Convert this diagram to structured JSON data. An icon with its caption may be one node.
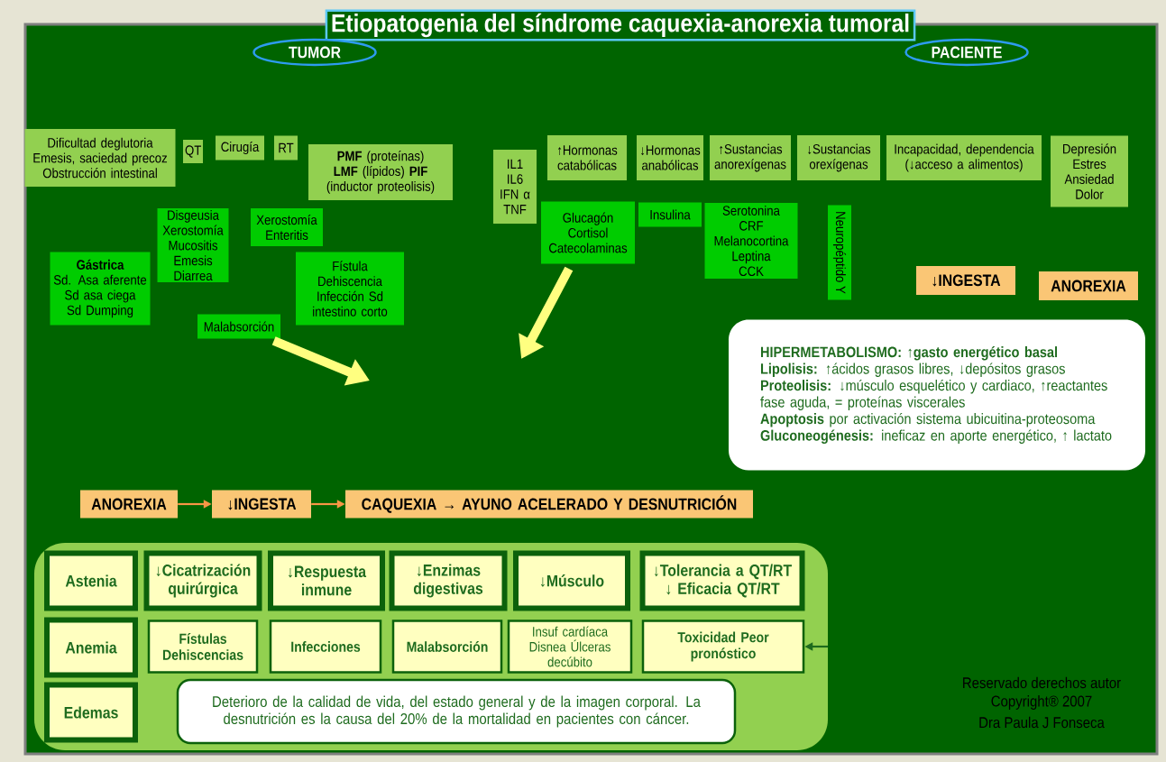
{
  "diagram": {
    "title": "Etiopatogenia del síndrome caquexia-anorexia tumoral",
    "nodes": [
      {
        "text": [
          "TUMOR"
        ]
      },
      {
        "text": [
          "PACIENTE"
        ]
      },
      {
        "text": [
          "Dificultad deglutoria Emesis, saciedad precoz Obstrucción intestinal"
        ]
      },
      {
        "text": [
          "QT"
        ]
      },
      {
        "text": [
          "Cirugía"
        ]
      },
      {
        "text": [
          "RT"
        ]
      },
      {
        "text": [
          "**PMF** (proteínas) **LMF** (lípidos) **PIF** (inductor proteolisis)"
        ]
      },
      {
        "text": [
          "IL1 IL6 IFN α TNF"
        ]
      },
      {
        "text": [
          "↑Hormonas catabólicas"
        ]
      },
      {
        "text": [
          "↓Hormonas anabólicas"
        ]
      },
      {
        "text": [
          "↑Sustancias anorexígenas"
        ]
      },
      {
        "text": [
          "↓Sustancias orexígenas"
        ]
      },
      {
        "text": [
          "Incapacidad, dependencia (↓acceso a alimentos)"
        ]
      },
      {
        "text": [
          "Depresión Estres Ansiedad Dolor"
        ]
      },
      {
        "text": [
          "Disgeusia Xerostomía Mucositis Emesis Diarrea"
        ]
      },
      {
        "text": [
          "Xerostomía Enteritis"
        ]
      },
      {
        "text": [
          "Glucagón Cortisol Catecolaminas"
        ]
      },
      {
        "text": [
          "Insulina"
        ]
      },
      {
        "text": [
          "Serotonina CRF Melanocortina Leptina CCK"
        ]
      },
      {
        "text": [
          "Neuropéptido Y"
        ]
      },
      {
        "text": [
          "Gástrica",
          "Sd. Asa aferente Sd asa ciega Sd Dumping"
        ]
      },
      {
        "text": [
          "Fístula Dehiscencia Infección Sd intestino corto"
        ]
      },
      {
        "text": [
          "↓INGESTA"
        ]
      },
      {
        "text": [
          "ANOREXIA"
        ]
      },
      {
        "text": [
          "Malabsorción"
        ]
      },
      {
        "text": [
          "HIPERMETABOLISMO: ↑gasto energético basal",
          "**Lipolisis:** ↑ácidos grasos libres, ↓depósitos grasos",
          "**Proteolisis:** ↓músculo esquelético y cardiaco, ↑reactantes fase aguda, = proteínas viscerales",
          "**Apoptosis** por activación sistema ubicuitina-proteosoma",
          "**Gluconeogénesis:** ineficaz en aporte energético, ↑ lactato"
        ]
      },
      {
        "text": [
          "ANOREXIA"
        ]
      },
      {
        "text": [
          "↓INGESTA"
        ]
      },
      {
        "text": [
          "CAQUEXIA → AYUNO ACELERADO Y DESNUTRICIÓN"
        ]
      },
      {
        "text": [],
        "shape": "box"
      },
      {
        "text": [
          "Astenia"
        ],
        "in": 29
      },
      {
        "text": [
          "↓Cicatrización quirúrgica"
        ],
        "in": 29
      },
      {
        "text": [
          "↓Respuesta inmune"
        ],
        "in": 29
      },
      {
        "text": [
          "↓Enzimas digestivas"
        ],
        "in": 29
      },
      {
        "text": [
          "↓Músculo"
        ],
        "in": 29
      },
      {
        "text": [
          "↓Tolerancia a QT/RT ↓ Eficacia QT/RT"
        ],
        "in": 29
      },
      {
        "text": [
          "Anemia"
        ],
        "in": 29
      },
      {
        "text": [
          "Fístulas Dehiscencias"
        ],
        "in": 29
      },
      {
        "text": [
          "Infecciones"
        ],
        "in": 29
      },
      {
        "text": [
          "Malabsorción"
        ],
        "in": 29
      },
      {
        "text": [
          "Insuf cardíaca Disnea Úlceras decúbito"
        ],
        "in": 29
      },
      {
        "text": [
          "Toxicidad Peor pronóstico"
        ],
        "in": 29
      },
      {
        "text": [
          "Edemas"
        ],
        "in": 29
      },
      {
        "text": [
          "Deterioro de la calidad de vida, del estado general y de la imagen corporal. La desnutrición es la causa del 20% de la mortalidad en pacientes con cáncer."
        ],
        "in": 29
      }
    ],
    "edges": [
      {
        "from": 26,
        "to": 27,
        "arrow": "to"
      },
      {
        "from": 27,
        "to": 28,
        "arrow": "to"
      },
      {
        "from": null,
        "to": 41,
        "arrow": "to",
        "color": "#1e6b1e"
      },
      {
        "from": 24,
        "to": null,
        "arrow": "to",
        "style": "thick",
        "color": "#ffff80"
      },
      {
        "from": 16,
        "to": null,
        "arrow": "to",
        "style": "thick",
        "color": "#ffff80"
      }
    ],
    "labels": [
      "Reservado derechos autor",
      "Copyright® 2007",
      "Dra Paula J Fonseca"
    ]
  }
}
